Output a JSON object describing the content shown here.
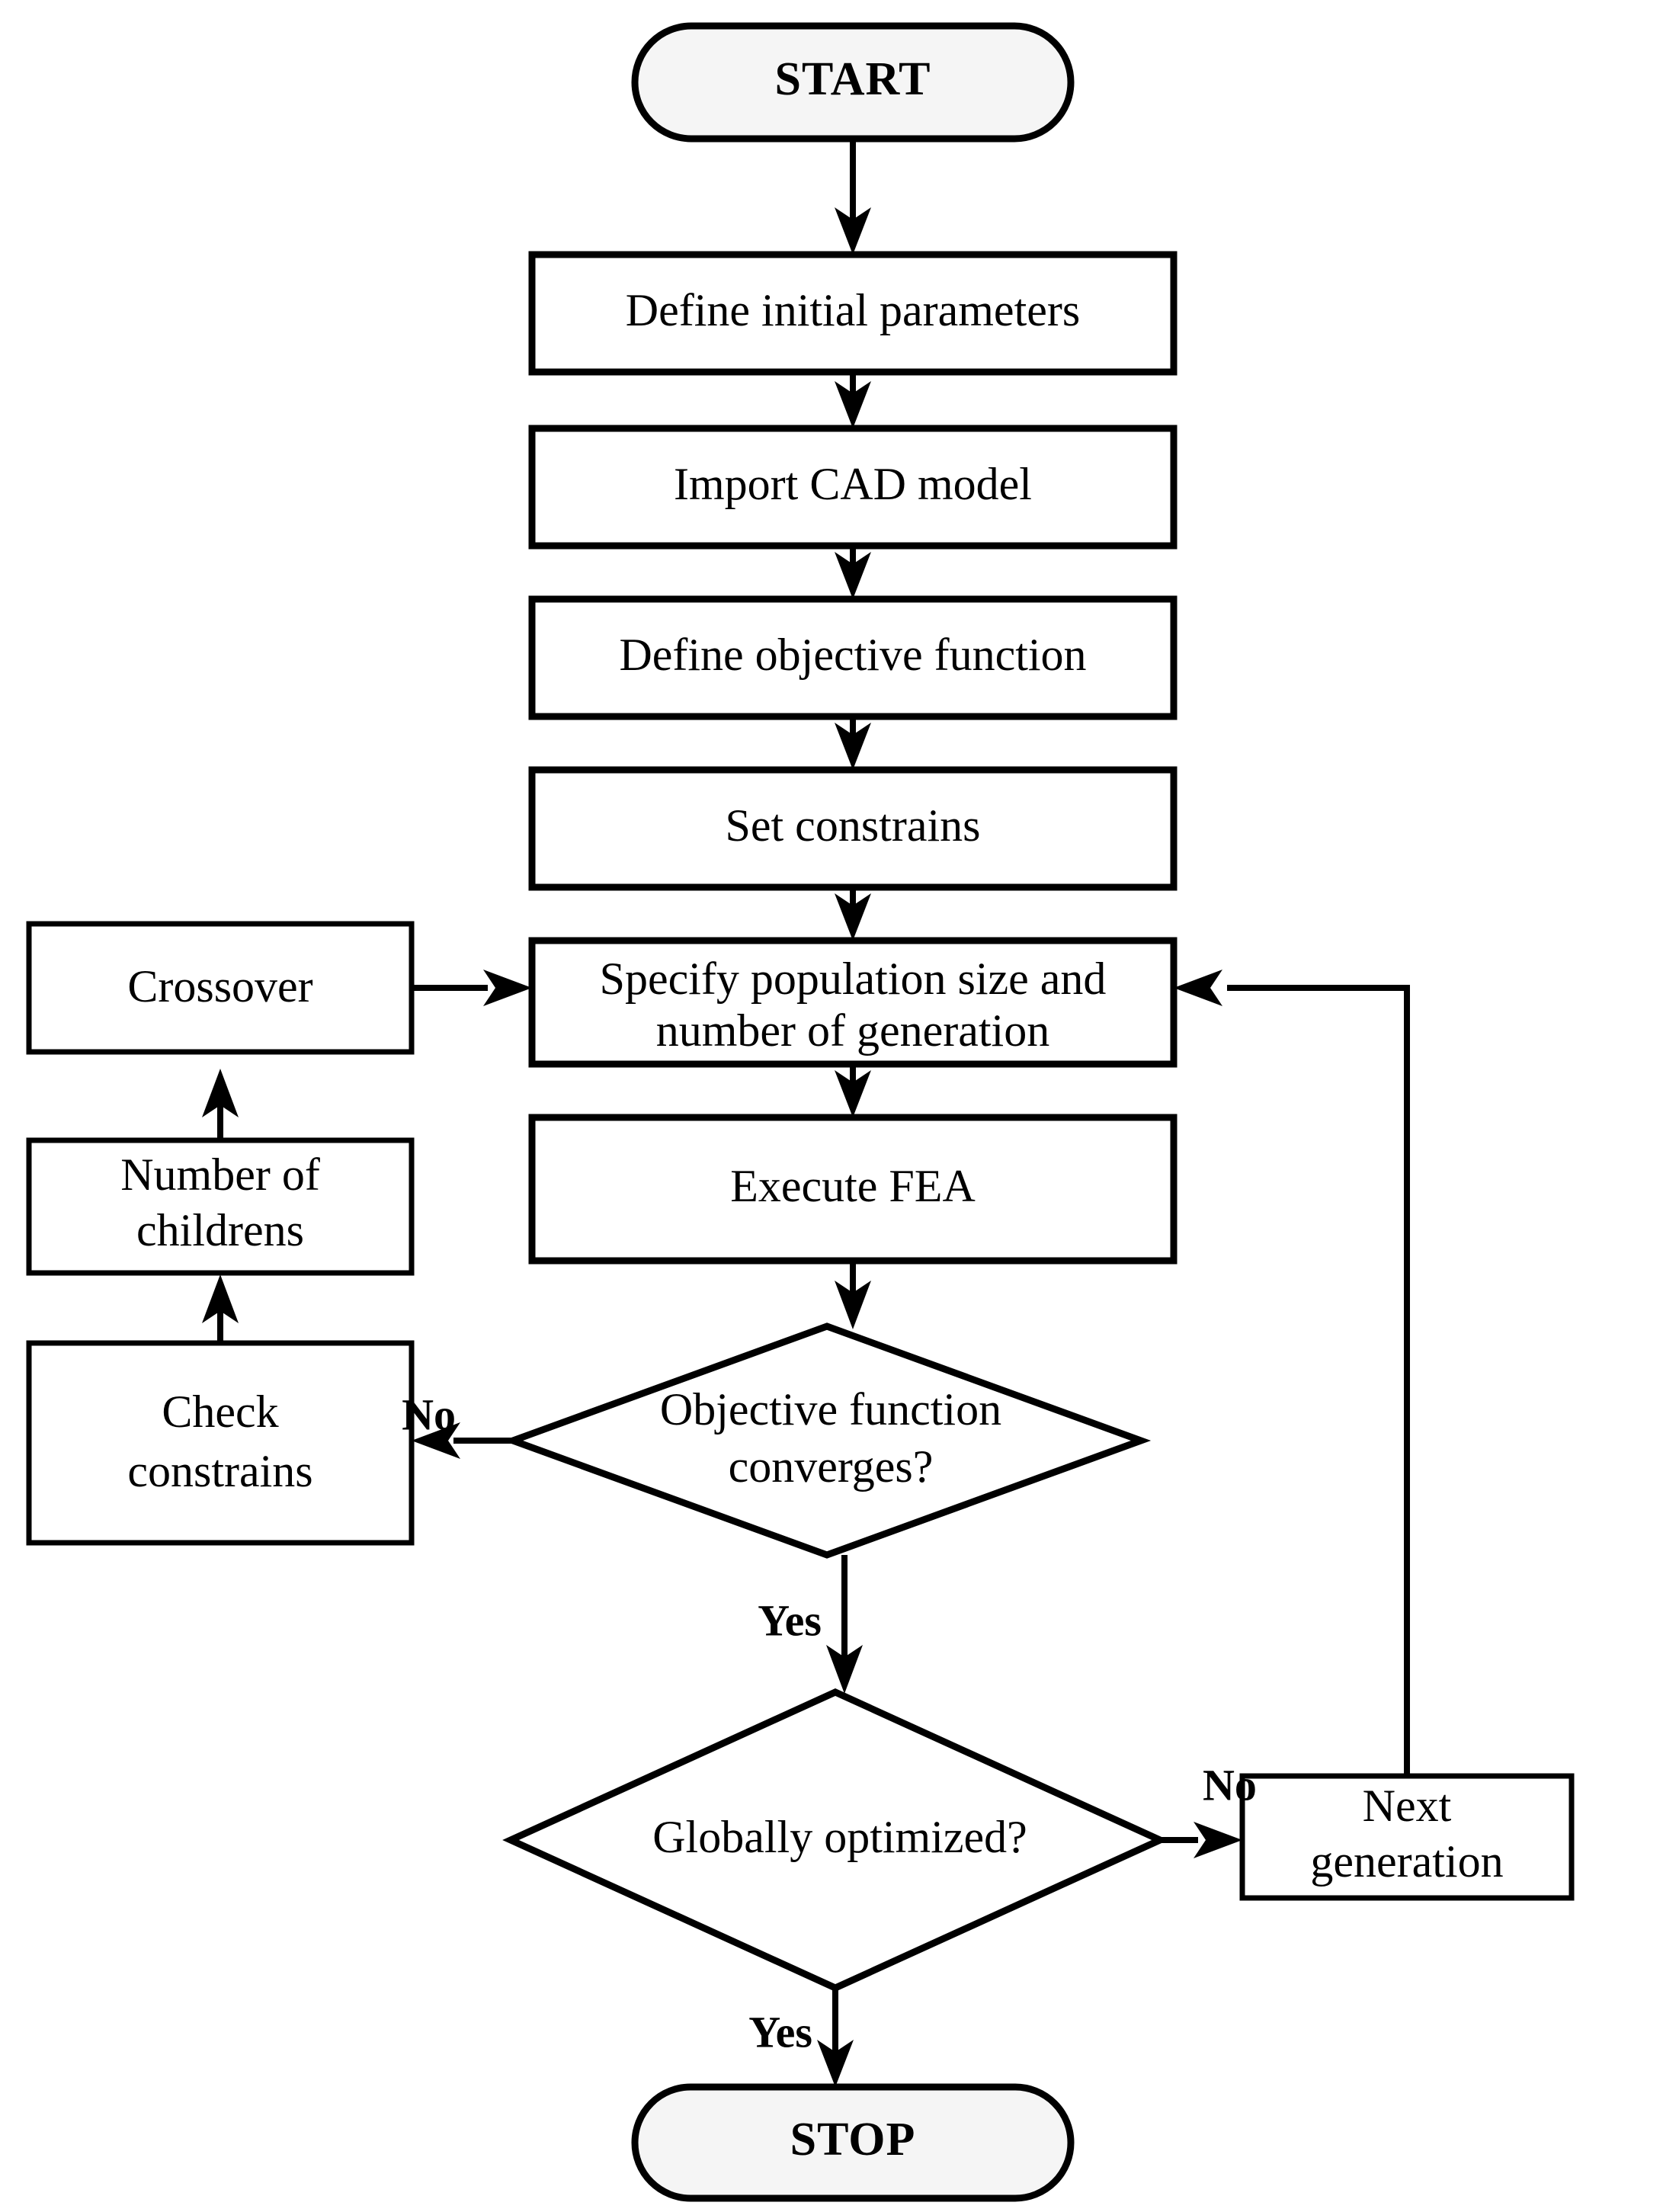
{
  "diagram": {
    "title": "Genetic algorithm optimization flowchart",
    "colors": {
      "stroke": "#000000",
      "process_fill": "#ffffff",
      "terminal_fill": "#f5f5f5",
      "background": "#ffffff",
      "text": "#000000"
    },
    "nodes": {
      "start": {
        "label": "START",
        "shape": "terminal"
      },
      "define_parameters": {
        "label": "Define initial parameters",
        "shape": "process"
      },
      "import_cad": {
        "label": "Import CAD model",
        "shape": "process"
      },
      "define_objective": {
        "label": "Define objective function",
        "shape": "process"
      },
      "set_constrains": {
        "label": "Set constrains",
        "shape": "process"
      },
      "specify_population": {
        "label": "Specify population size and number of generation",
        "line1": "Specify population size and",
        "line2": "number of generation",
        "shape": "process"
      },
      "execute_fea": {
        "label": "Execute FEA",
        "shape": "process"
      },
      "objective_converges": {
        "label": "Objective function converges?",
        "line1": "Objective function",
        "line2": "converges?",
        "shape": "decision"
      },
      "globally_optimized": {
        "label": "Globally optimized?",
        "shape": "decision"
      },
      "stop": {
        "label": "STOP",
        "shape": "terminal"
      },
      "crossover": {
        "label": "Crossover",
        "shape": "process"
      },
      "number_of_childrens": {
        "label": "Number of childrens",
        "line1": "Number of",
        "line2": "childrens",
        "shape": "process"
      },
      "check_constrains": {
        "label": "Check constrains",
        "line1": "Check",
        "line2": "constrains",
        "shape": "process"
      },
      "next_generation": {
        "label": "Next generation",
        "line1": "Next",
        "line2": "generation",
        "shape": "process"
      }
    },
    "edge_labels": {
      "converges_no": "No",
      "converges_yes": "Yes",
      "optimized_no": "No",
      "optimized_yes": "Yes"
    },
    "edges": [
      {
        "from": "start",
        "to": "define_parameters",
        "label": ""
      },
      {
        "from": "define_parameters",
        "to": "import_cad",
        "label": ""
      },
      {
        "from": "import_cad",
        "to": "define_objective",
        "label": ""
      },
      {
        "from": "define_objective",
        "to": "set_constrains",
        "label": ""
      },
      {
        "from": "set_constrains",
        "to": "specify_population",
        "label": ""
      },
      {
        "from": "specify_population",
        "to": "execute_fea",
        "label": ""
      },
      {
        "from": "execute_fea",
        "to": "objective_converges",
        "label": ""
      },
      {
        "from": "objective_converges",
        "to": "check_constrains",
        "label": "No"
      },
      {
        "from": "objective_converges",
        "to": "globally_optimized",
        "label": "Yes"
      },
      {
        "from": "check_constrains",
        "to": "number_of_childrens",
        "label": ""
      },
      {
        "from": "number_of_childrens",
        "to": "crossover",
        "label": ""
      },
      {
        "from": "crossover",
        "to": "specify_population",
        "label": ""
      },
      {
        "from": "globally_optimized",
        "to": "next_generation",
        "label": "No"
      },
      {
        "from": "globally_optimized",
        "to": "stop",
        "label": "Yes"
      },
      {
        "from": "next_generation",
        "to": "specify_population",
        "label": ""
      }
    ]
  }
}
